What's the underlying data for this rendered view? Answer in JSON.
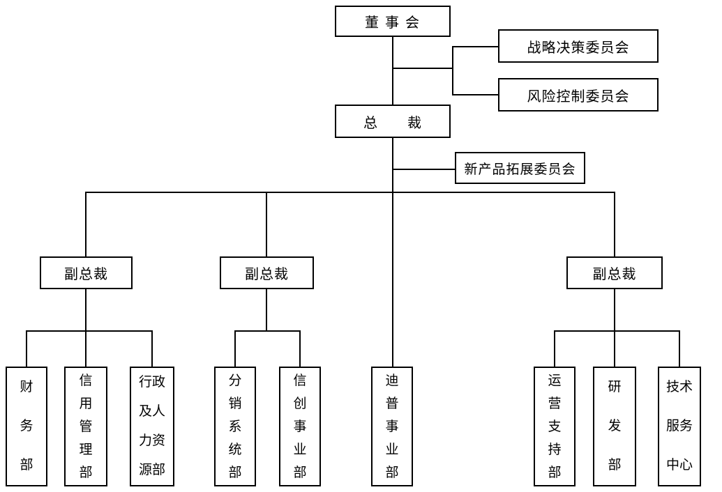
{
  "colors": {
    "background": "#ffffff",
    "box_border": "#000000",
    "connector_line": "#000000",
    "text": "#000000"
  },
  "nodes": {
    "board": {
      "label": "董事会",
      "display": "董 事 会"
    },
    "strategy_committee": {
      "label": "战略决策委员会"
    },
    "risk_committee": {
      "label": "风险控制委员会"
    },
    "president": {
      "label": "总裁",
      "display": "总　　裁"
    },
    "new_product_committee": {
      "label": "新产品拓展委员会"
    },
    "vp_left": {
      "label": "副总裁"
    },
    "vp_middle": {
      "label": "副总裁"
    },
    "vp_right": {
      "label": "副总裁"
    },
    "finance_dept": {
      "label": "财务部",
      "display": "财\n务\n部"
    },
    "credit_management_dept": {
      "label": "信用管理部",
      "display": "信\n用\n管\n理\n部"
    },
    "admin_hr_dept": {
      "label": "行政及人力资源部",
      "display": "行政\n及人\n力资\n源部"
    },
    "distribution_system_dept": {
      "label": "分销系统部",
      "display": "分\n销\n系\n统\n部"
    },
    "xinchuang_business_dept": {
      "label": "信创事业部",
      "display": "信\n创\n事\n业\n部"
    },
    "dipu_business_dept": {
      "label": "迪普事业部",
      "display": "迪\n普\n事\n业\n部"
    },
    "operations_support_dept": {
      "label": "运营支持部",
      "display": "运\n营\n支\n持\n部"
    },
    "rd_dept": {
      "label": "研发部",
      "display": "研\n发\n部"
    },
    "tech_service_center": {
      "label": "技术服务中心",
      "display": "技术\n服务\n中心"
    }
  },
  "hierarchy": {
    "root": "董事会",
    "board_committees": [
      "战略决策委员会",
      "风险控制委员会"
    ],
    "board_reports": [
      "总裁"
    ],
    "president_committee": "新产品拓展委员会",
    "president_reports": [
      "副总裁",
      "副总裁",
      "迪普事业部",
      "副总裁"
    ],
    "vp_left_departments": [
      "财务部",
      "信用管理部",
      "行政及人力资源部"
    ],
    "vp_middle_departments": [
      "分销系统部",
      "信创事业部"
    ],
    "vp_right_departments": [
      "运营支持部",
      "研发部",
      "技术服务中心"
    ]
  }
}
